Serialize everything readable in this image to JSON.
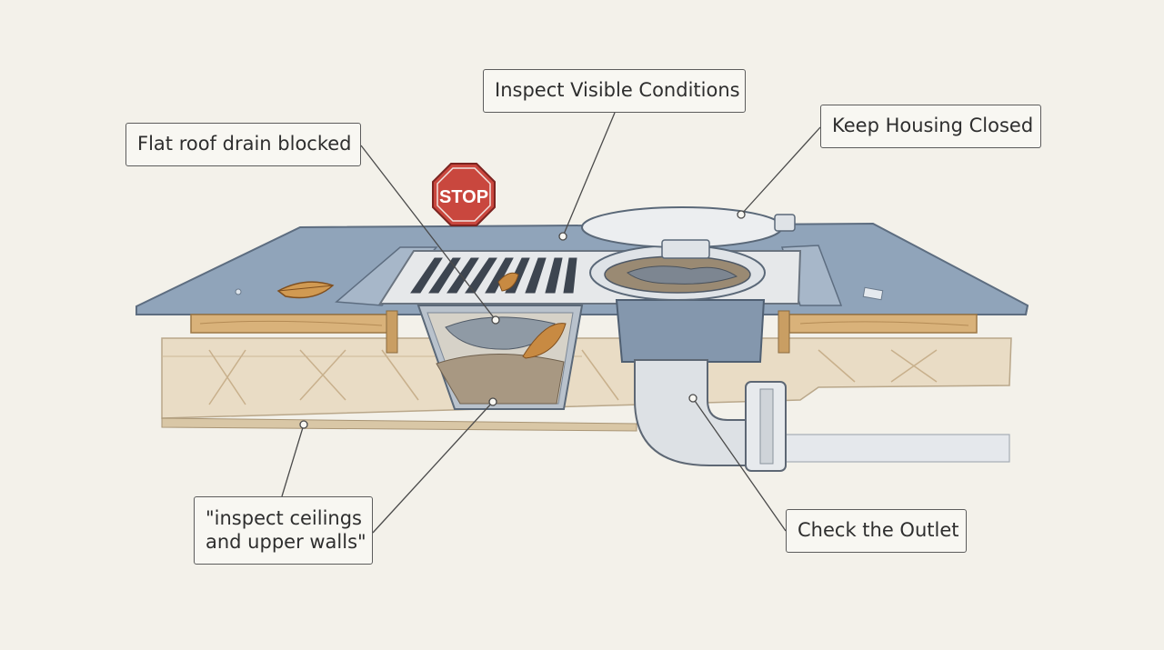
{
  "callouts": {
    "flat_roof_drain_blocked": "Flat roof drain blocked",
    "inspect_visible_conditions": "Inspect Visible Conditions",
    "keep_housing_closed": "Keep Housing Closed",
    "inspect_ceilings_line1": "\"inspect ceilings",
    "inspect_ceilings_line2": "and upper walls\"",
    "check_the_outlet": "Check the Outlet"
  },
  "sign": {
    "text": "STOP"
  },
  "colors": {
    "background": "#f3f1ea",
    "membrane": "#8fa3b9",
    "wood": "#d8b47e",
    "grate": "#e4e6e8",
    "stop_sign": "#c9473e",
    "pipe": "#d9dde1"
  }
}
